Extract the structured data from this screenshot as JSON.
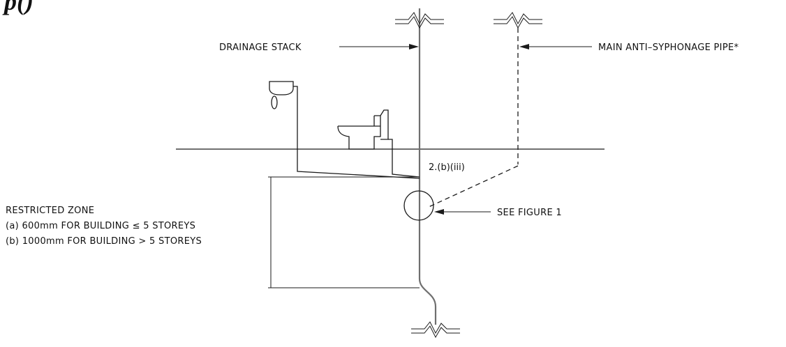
{
  "diagram": {
    "heading": "p()",
    "labels": {
      "drainage_stack": "DRAINAGE STACK",
      "anti_syphonage_pipe": "MAIN ANTI–SYPHONAGE PIPE*",
      "clause_ref": "2.(b)(iii)",
      "see_figure": "SEE FIGURE 1"
    },
    "restricted_zone": {
      "title": "RESTRICTED ZONE",
      "rule_a": "(a) 600mm FOR BUILDING ≤ 5 STOREYS",
      "rule_b": "(b) 1000mm FOR BUILDING > 5 STOREYS"
    }
  }
}
